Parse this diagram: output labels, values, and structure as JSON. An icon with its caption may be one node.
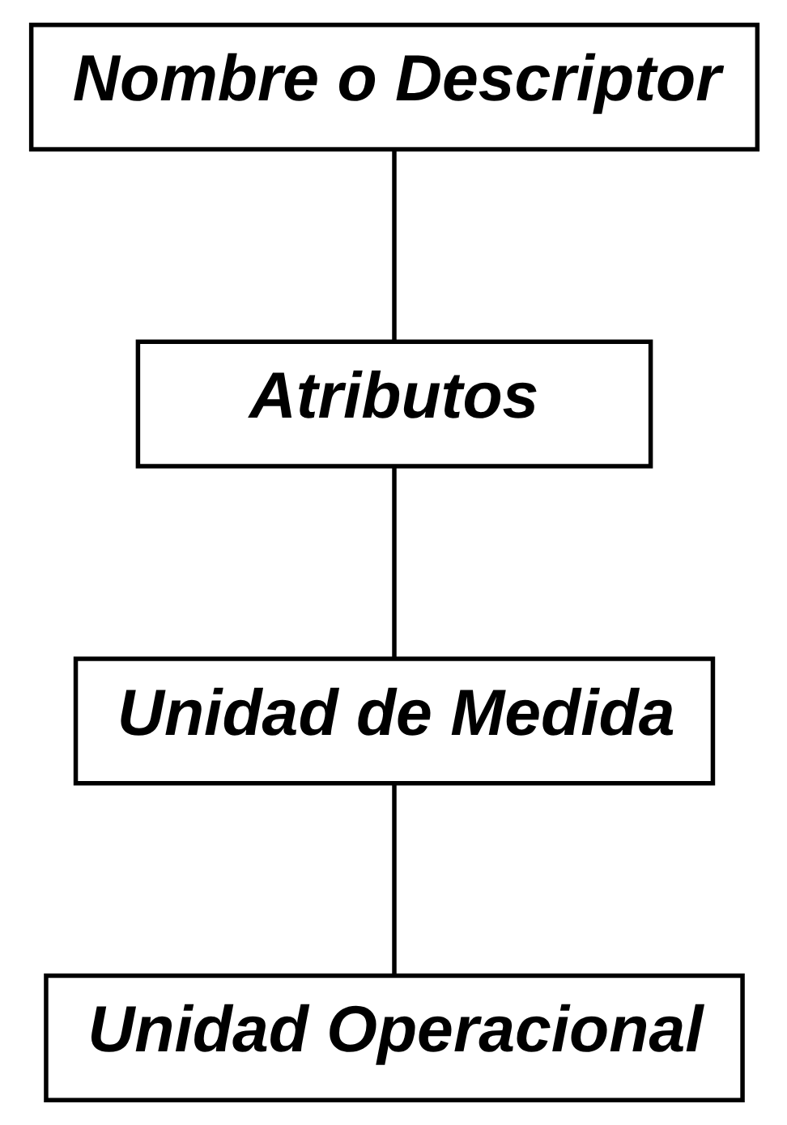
{
  "diagram": {
    "nodes": [
      {
        "text": [
          "Nombre o Descriptor"
        ]
      },
      {
        "text": [
          "Atributos"
        ]
      },
      {
        "text": [
          "Unidad de Medida"
        ]
      },
      {
        "text": [
          "Unidad Operacional"
        ]
      }
    ],
    "edges": [
      {
        "from": 0,
        "to": 1,
        "arrow": "none"
      },
      {
        "from": 1,
        "to": 2,
        "arrow": "none"
      },
      {
        "from": 2,
        "to": 3,
        "arrow": "none"
      }
    ]
  }
}
